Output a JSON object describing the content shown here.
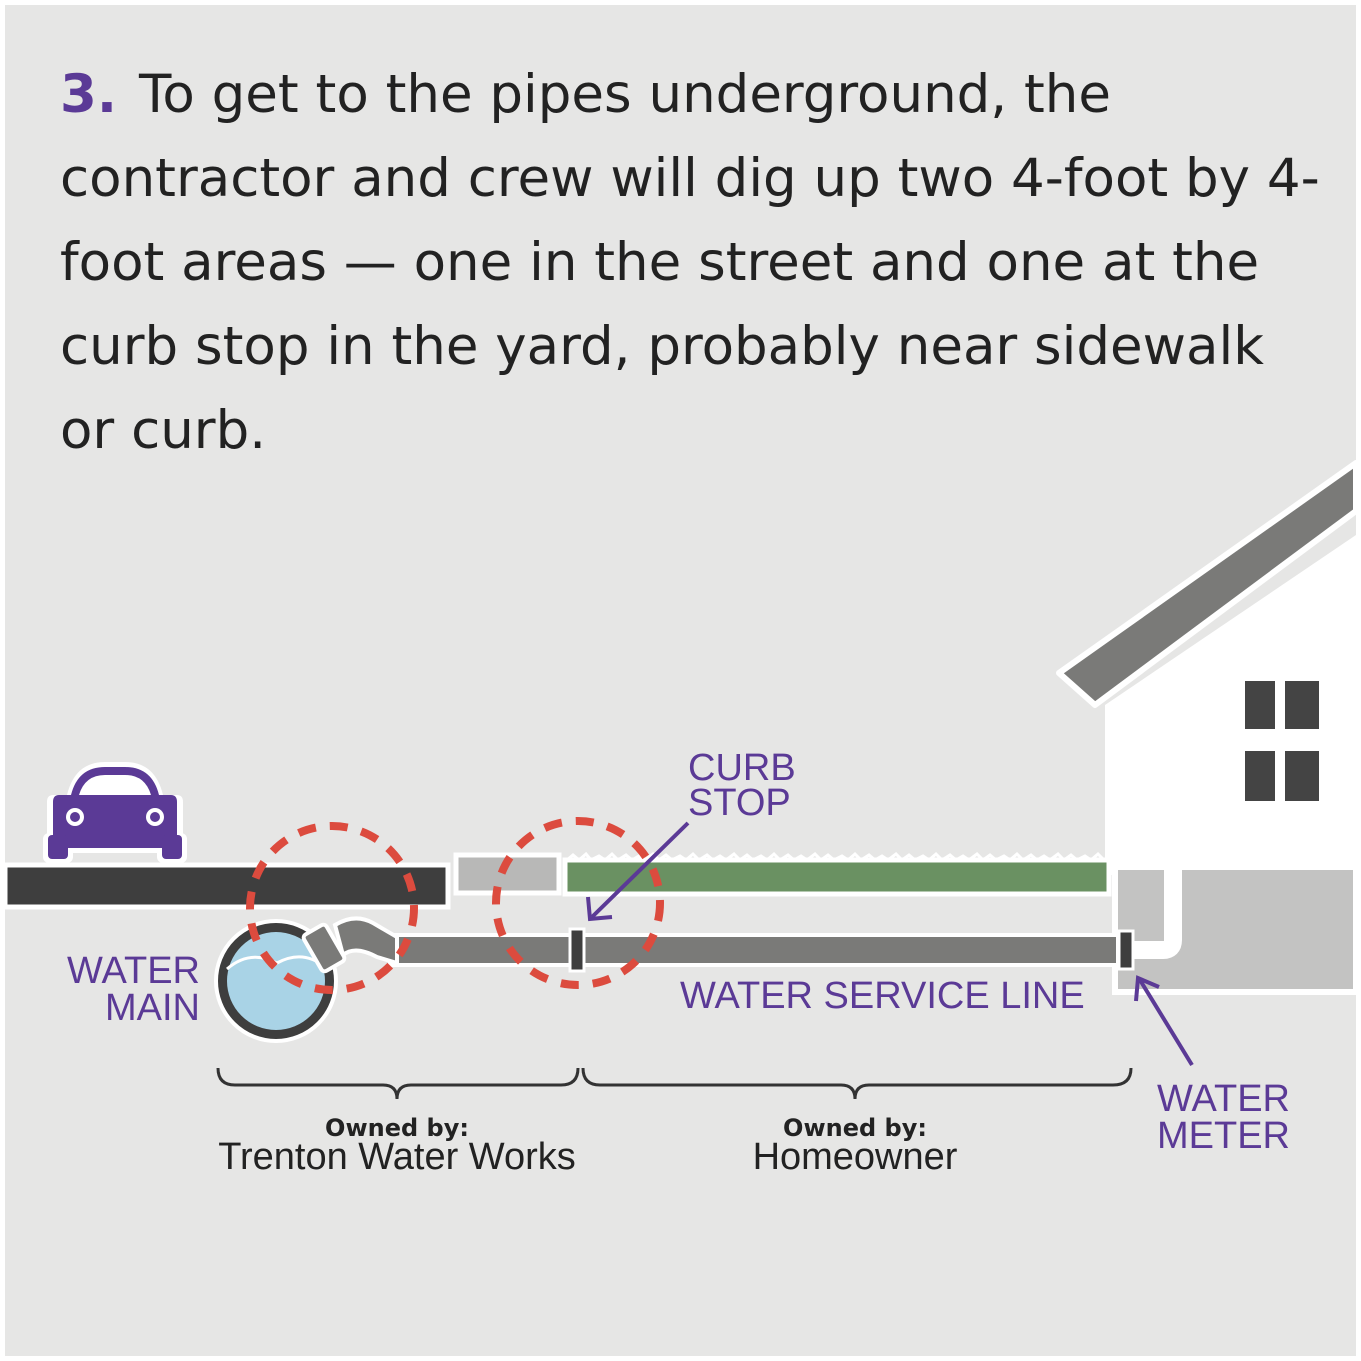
{
  "header": {
    "step_number": "3.",
    "text": "To get to the pipes underground, the contractor and crew will dig up two 4-foot by 4-foot areas — one in the street and one at the curb stop in the yard, probably near sidewalk or curb."
  },
  "labels": {
    "curb_stop": [
      "CURB",
      "STOP"
    ],
    "water_main": [
      "WATER",
      "MAIN"
    ],
    "water_service_line": "WATER SERVICE LINE",
    "water_meter": [
      "WATER",
      "METER"
    ]
  },
  "ownership": [
    {
      "heading": "Owned by:",
      "owner": "Trenton Water Works"
    },
    {
      "heading": "Owned by:",
      "owner": "Homeowner"
    }
  ],
  "colors": {
    "accent_purple": "#5b3a96",
    "dig_circle_red": "#dc4b3e",
    "grass_green": "#6a9162",
    "road_dark": "#3e3e3e",
    "pipe_gray": "#7a7a78",
    "water_blue": "#a9d3e6",
    "background": "#e6e6e5"
  },
  "icons": [
    "car-icon",
    "house-icon"
  ]
}
